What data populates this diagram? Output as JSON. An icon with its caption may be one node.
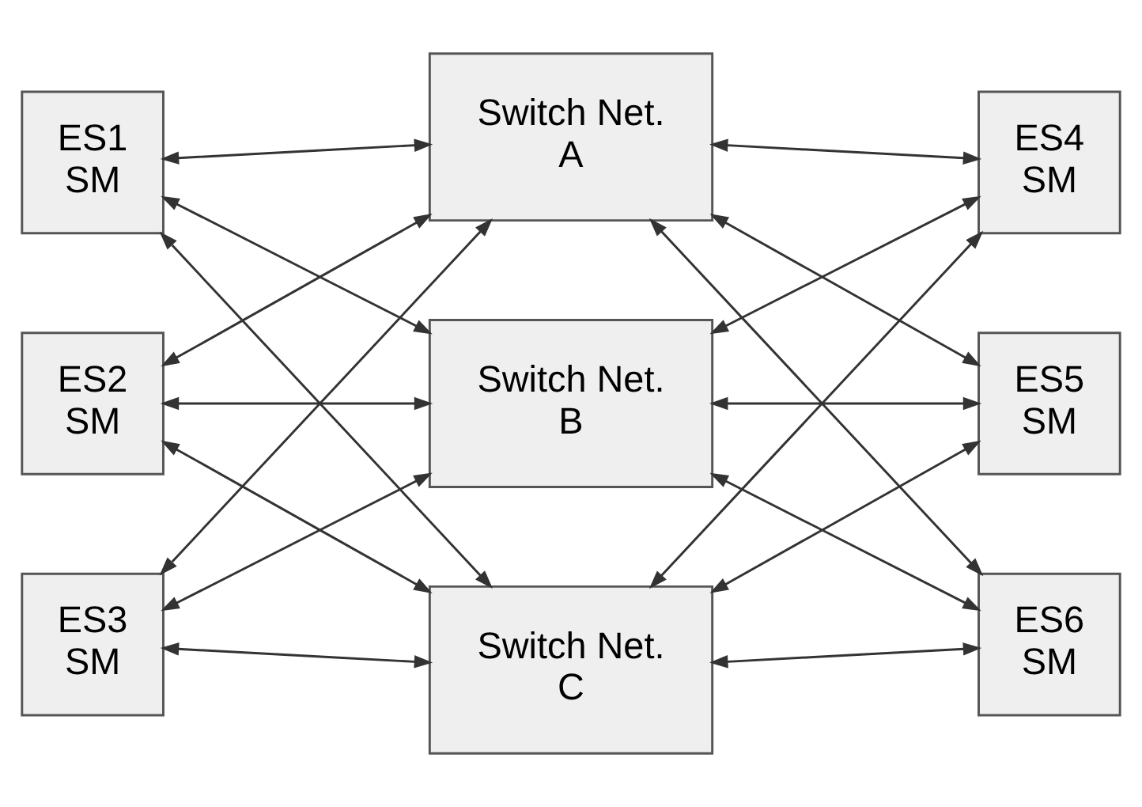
{
  "diagram": {
    "nodes": [
      {
        "text": [
          "ES1 SM"
        ]
      },
      {
        "text": [
          "Switch Net. A"
        ]
      },
      {
        "text": [
          "ES4 SM"
        ]
      },
      {
        "text": [
          "ES2 SM"
        ]
      },
      {
        "text": [
          "Switch Net. B"
        ]
      },
      {
        "text": [
          "ES5 SM"
        ]
      },
      {
        "text": [
          "ES3 SM"
        ]
      },
      {
        "text": [
          "Switch Net. C"
        ]
      },
      {
        "text": [
          "ES6 SM"
        ]
      }
    ],
    "edges": [
      {
        "from": 0,
        "to": 1,
        "arrow": "both"
      },
      {
        "from": 0,
        "to": 4,
        "arrow": "both"
      },
      {
        "from": 0,
        "to": 7,
        "arrow": "both"
      },
      {
        "from": 3,
        "to": 1,
        "arrow": "both"
      },
      {
        "from": 3,
        "to": 4,
        "arrow": "both"
      },
      {
        "from": 3,
        "to": 7,
        "arrow": "both"
      },
      {
        "from": 6,
        "to": 1,
        "arrow": "both"
      },
      {
        "from": 6,
        "to": 4,
        "arrow": "both"
      },
      {
        "from": 6,
        "to": 7,
        "arrow": "both"
      },
      {
        "from": 1,
        "to": 2,
        "arrow": "both"
      },
      {
        "from": 1,
        "to": 5,
        "arrow": "both"
      },
      {
        "from": 1,
        "to": 8,
        "arrow": "both"
      },
      {
        "from": 4,
        "to": 2,
        "arrow": "both"
      },
      {
        "from": 4,
        "to": 5,
        "arrow": "both"
      },
      {
        "from": 4,
        "to": 8,
        "arrow": "both"
      },
      {
        "from": 7,
        "to": 2,
        "arrow": "both"
      },
      {
        "from": 7,
        "to": 5,
        "arrow": "both"
      },
      {
        "from": 7,
        "to": 8,
        "arrow": "both"
      }
    ]
  }
}
